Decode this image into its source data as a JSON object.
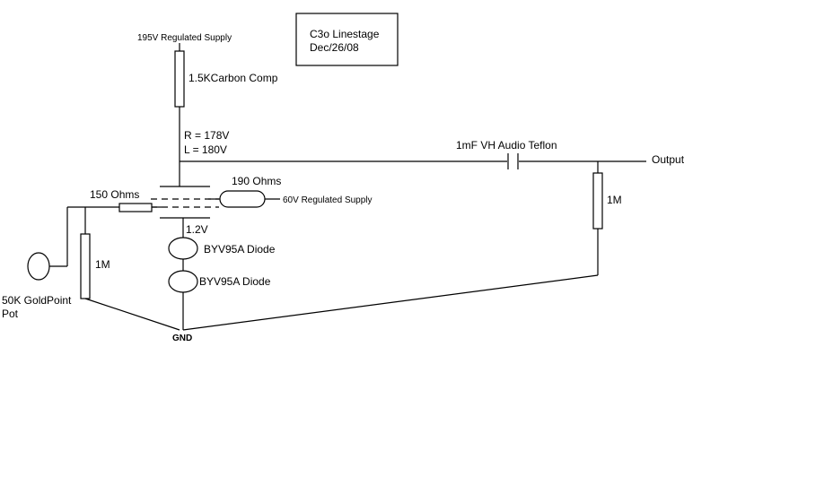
{
  "title_box": {
    "line1": "C3o Linestage",
    "line2": "Dec/26/08"
  },
  "labels": {
    "supply_195": "195V Regulated Supply",
    "r_carbon": "1.5KCarbon Comp",
    "r_voltage": "R = 178V",
    "l_voltage": "L = 180V",
    "cap": "1mF VH Audio Teflon",
    "output": "Output",
    "r_1m_right": "1M",
    "r_150": "150 Ohms",
    "r_190": "190 Ohms",
    "supply_60": "60V Regulated Supply",
    "bias_voltage": "1.2V",
    "diode1": "BYV95A Diode",
    "diode2": "BYV95A Diode",
    "r_1m_left": "1M",
    "pot_line1": "50K GoldPoint",
    "pot_line2": "Pot",
    "gnd": "GND"
  }
}
